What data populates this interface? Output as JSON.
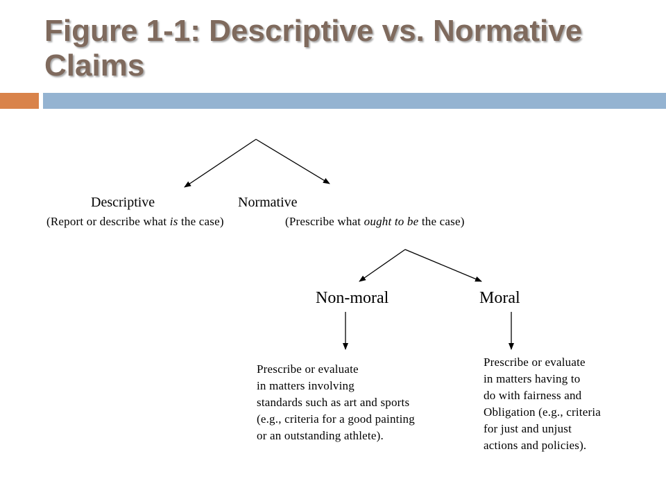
{
  "title": "Figure 1-1: Descriptive vs. Normative Claims",
  "colors": {
    "title": "#7f6a5d",
    "accent_orange": "#d9834a",
    "accent_blue": "#94b3d1"
  },
  "nodes": {
    "descriptive": {
      "label": "Descriptive",
      "sub_before": "(Report or describe what ",
      "sub_em": "is",
      "sub_after": " the case)"
    },
    "normative": {
      "label": "Normative",
      "sub_before": "(Prescribe what ",
      "sub_em": "ought to be",
      "sub_after": " the case)"
    },
    "non_moral": {
      "label": "Non-moral",
      "text": "Prescribe or evaluate\nin matters involving\nstandards such as art and sports\n(e.g., criteria for a good painting\nor an outstanding athlete)."
    },
    "moral": {
      "label": "Moral",
      "text": "Prescribe or evaluate\nin matters having to\ndo with fairness and\nObligation (e.g., criteria\nfor just and unjust\nactions and policies)."
    }
  }
}
